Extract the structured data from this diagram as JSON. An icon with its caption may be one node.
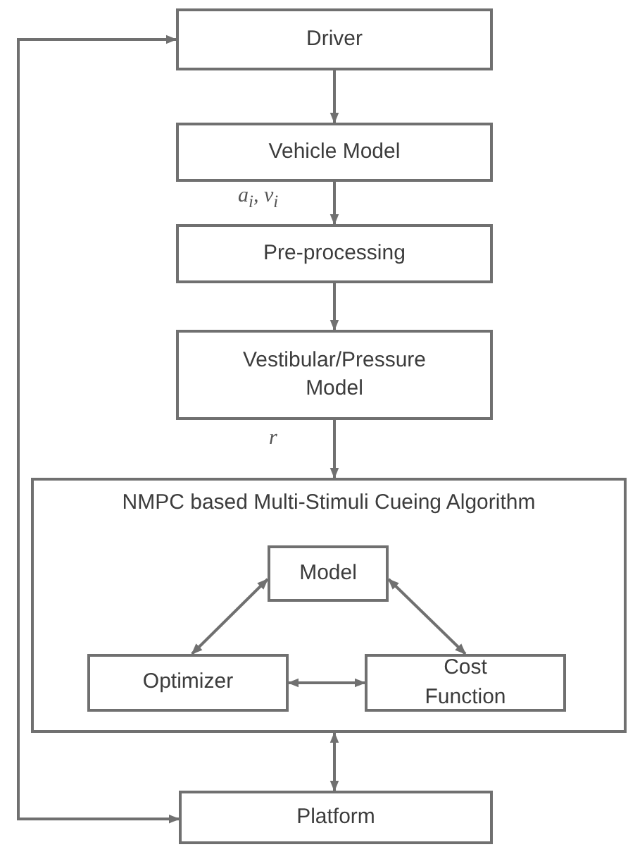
{
  "diagram": {
    "nodes": [
      {
        "text": [
          "Driver"
        ]
      },
      {
        "text": [
          "Vehicle Model"
        ]
      },
      {
        "text": [
          "Pre-processing"
        ]
      },
      {
        "text": [
          "Vestibular/Pressure Model"
        ]
      },
      {
        "text": [
          "NMPC based Multi-Stimuli Cueing Algorithm"
        ]
      },
      {
        "text": [
          "Model"
        ],
        "in": 4
      },
      {
        "text": [
          "Optimizer"
        ],
        "in": 4
      },
      {
        "text": [
          "Cost Function"
        ],
        "in": 4
      },
      {
        "text": [
          "Platform"
        ]
      }
    ],
    "edges": [
      {
        "from": 0,
        "to": 1,
        "arrow": "to"
      },
      {
        "from": 1,
        "to": 2,
        "arrow": "to",
        "label": "a$_{i}$, v$_{i}$"
      },
      {
        "from": 2,
        "to": 3,
        "arrow": "to"
      },
      {
        "from": 3,
        "to": 4,
        "arrow": "to",
        "label": "r"
      },
      {
        "from": 5,
        "to": 6,
        "arrow": "both"
      },
      {
        "from": 5,
        "to": 7,
        "arrow": "both"
      },
      {
        "from": 6,
        "to": 7,
        "arrow": "both"
      },
      {
        "from": 4,
        "to": 8,
        "arrow": "both"
      },
      {
        "from": 8,
        "to": 0,
        "arrow": "both"
      }
    ]
  }
}
